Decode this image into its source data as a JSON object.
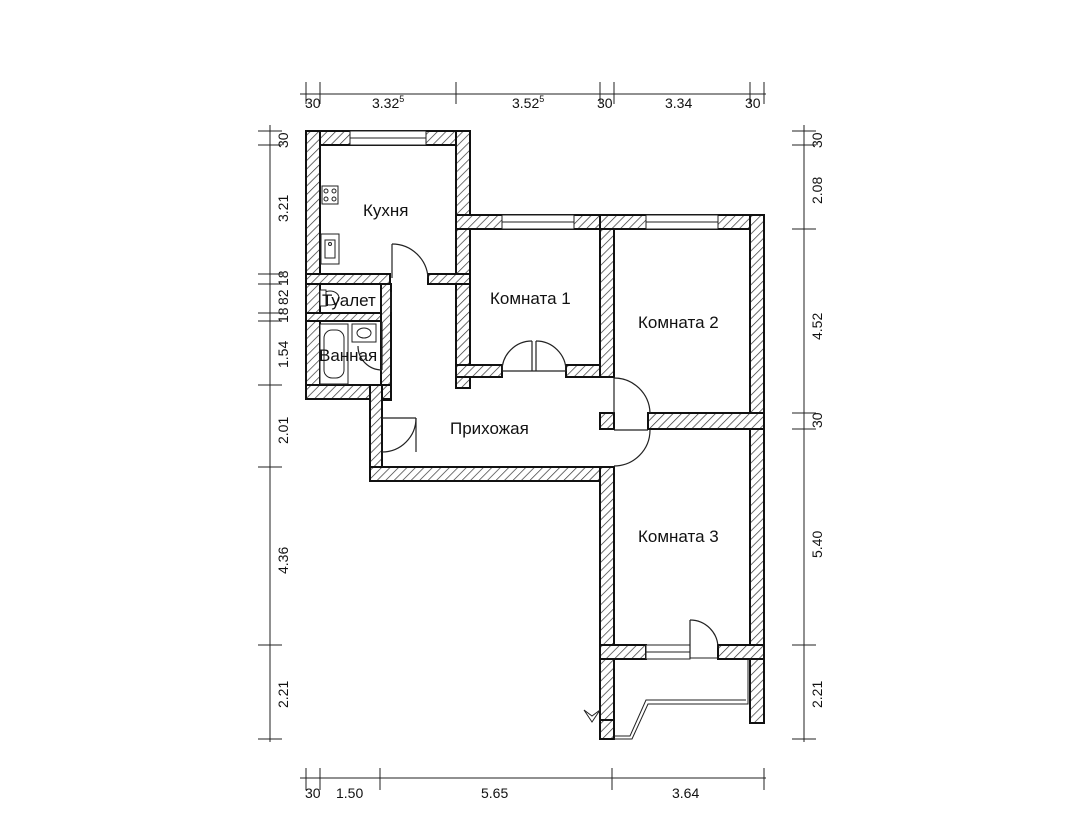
{
  "rooms": {
    "kitchen": "Кухня",
    "toilet": "Туалет",
    "bathroom": "Ванная",
    "room1": "Комната 1",
    "room2": "Комната 2",
    "room3": "Комната 3",
    "hallway": "Прихожая"
  },
  "dimensions": {
    "top": {
      "d1": "30",
      "d2": "3.32",
      "d2_sup": "5",
      "d3": "3.52",
      "d3_sup": "5",
      "d4": "30",
      "d5": "3.34",
      "d6": "30"
    },
    "bottom": {
      "d1": "30",
      "d2": "1.50",
      "d3": "5.65",
      "d4": "3.64"
    },
    "left": {
      "d1": "30",
      "d2": "3.21",
      "d3": "18",
      "d4": "82",
      "d5": "18",
      "d6": "1.54",
      "d7": "2.01",
      "d8": "4.36",
      "d9": "2.21"
    },
    "right": {
      "d1": "30",
      "d2": "2.08",
      "d3": "4.52",
      "d4": "30",
      "d5": "5.40",
      "d6": "2.21"
    }
  }
}
